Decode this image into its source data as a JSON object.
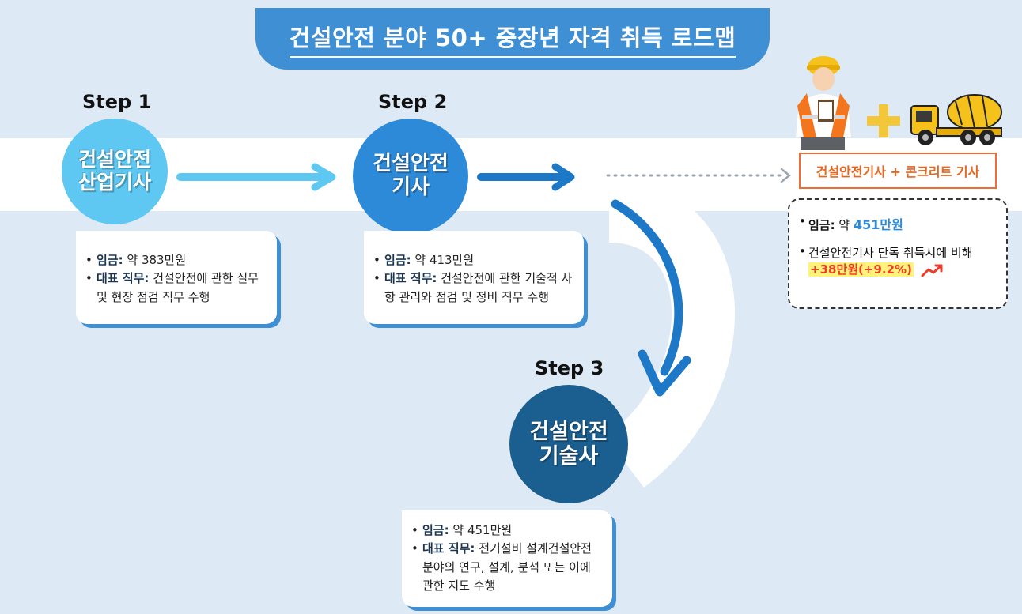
{
  "title": "건설안전 분야 50+ 중장년 자격 취득 로드맵",
  "steps": [
    {
      "label": "Step 1",
      "cert_line1": "건설안전",
      "cert_line2": "산업기사",
      "salary_label": "임금:",
      "salary_value": "약 383만원",
      "duty_label": "대표 직무:",
      "duty_value": "건설안전에 관한 실무 및 현장 점검 직무 수행"
    },
    {
      "label": "Step 2",
      "cert_line1": "건설안전",
      "cert_line2": "기사",
      "salary_label": "임금:",
      "salary_value": "약 413만원",
      "duty_label": "대표 직무:",
      "duty_value": "건설안전에 관한 기술적 사항 관리와 점검 및 정비 직무 수행"
    },
    {
      "label": "Step 3",
      "cert_line1": "건설안전",
      "cert_line2": "기술사",
      "salary_label": "임금:",
      "salary_value": "약 451만원",
      "duty_label": "대표 직무:",
      "duty_value": "전기설비 설계건설안전 분야의 연구, 설계, 분석  또는 이에 관한 지도 수행"
    }
  ],
  "combo": {
    "title": "건설안전기사 + 콘크리트 기사",
    "salary_label": "임금:",
    "salary_prefix": "약",
    "salary_value": "451만원",
    "compare_text": "건설안전기사 단독 취득시에 비해",
    "increase": "+38만원(+9.2%)"
  },
  "colors": {
    "title_bg": "#3e8fd4",
    "step1": "#5fc8f2",
    "step2": "#2d8ad9",
    "step3": "#1b5f91",
    "accent_orange": "#e8661d",
    "highlight_yellow": "#fff37a",
    "increase_red": "#ef3b2a"
  },
  "icons": [
    "worker-icon",
    "plus-icon",
    "concrete-mixer-truck-icon",
    "trend-up-icon"
  ]
}
